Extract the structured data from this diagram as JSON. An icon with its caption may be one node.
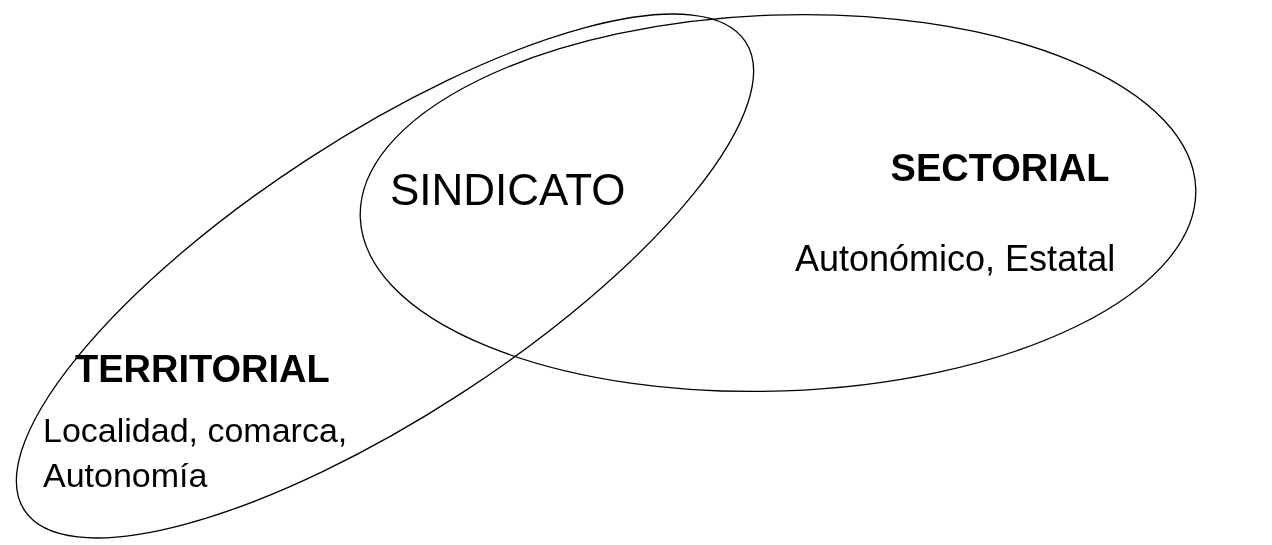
{
  "diagram": {
    "nodes": [
      {
        "text": [
          "SECTORIAL",
          "Autonómico, Estatal"
        ]
      },
      {
        "text": [
          "TERRITORIAL",
          "Localidad, comarca, Autonomía"
        ]
      }
    ],
    "labels": [
      "SINDICATO"
    ]
  }
}
